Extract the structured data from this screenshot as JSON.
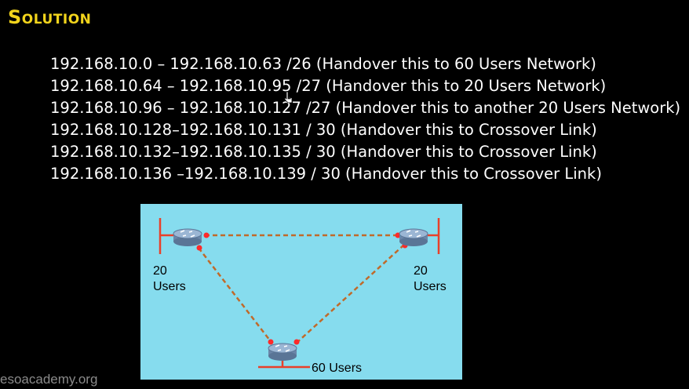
{
  "title": "Solution",
  "lines": [
    "192.168.10.0    – 192.168.10.63 /26   (Handover this to 60 Users Network)",
    "192.168.10.64 – 192.168.10.95 /27    (Handover this to 20 Users Network)",
    "192.168.10.96 – 192.168.10.127 /27 (Handover this to another 20 Users Network)",
    "192.168.10.128–192.168.10.131 / 30 (Handover this to Crossover Link)",
    "192.168.10.132–192.168.10.135 / 30 (Handover this to Crossover Link)",
    "192.168.10.136 –192.168.10.139 / 30 (Handover this to Crossover Link)"
  ],
  "diagram": {
    "left_label": "20\nUsers",
    "right_label": "20\nUsers",
    "bottom_label": "60 Users",
    "background": "#86dcee",
    "link_color": "#c06a2a",
    "endpoint_color": "#ff2a2a"
  },
  "watermark": "esoacademy.org"
}
